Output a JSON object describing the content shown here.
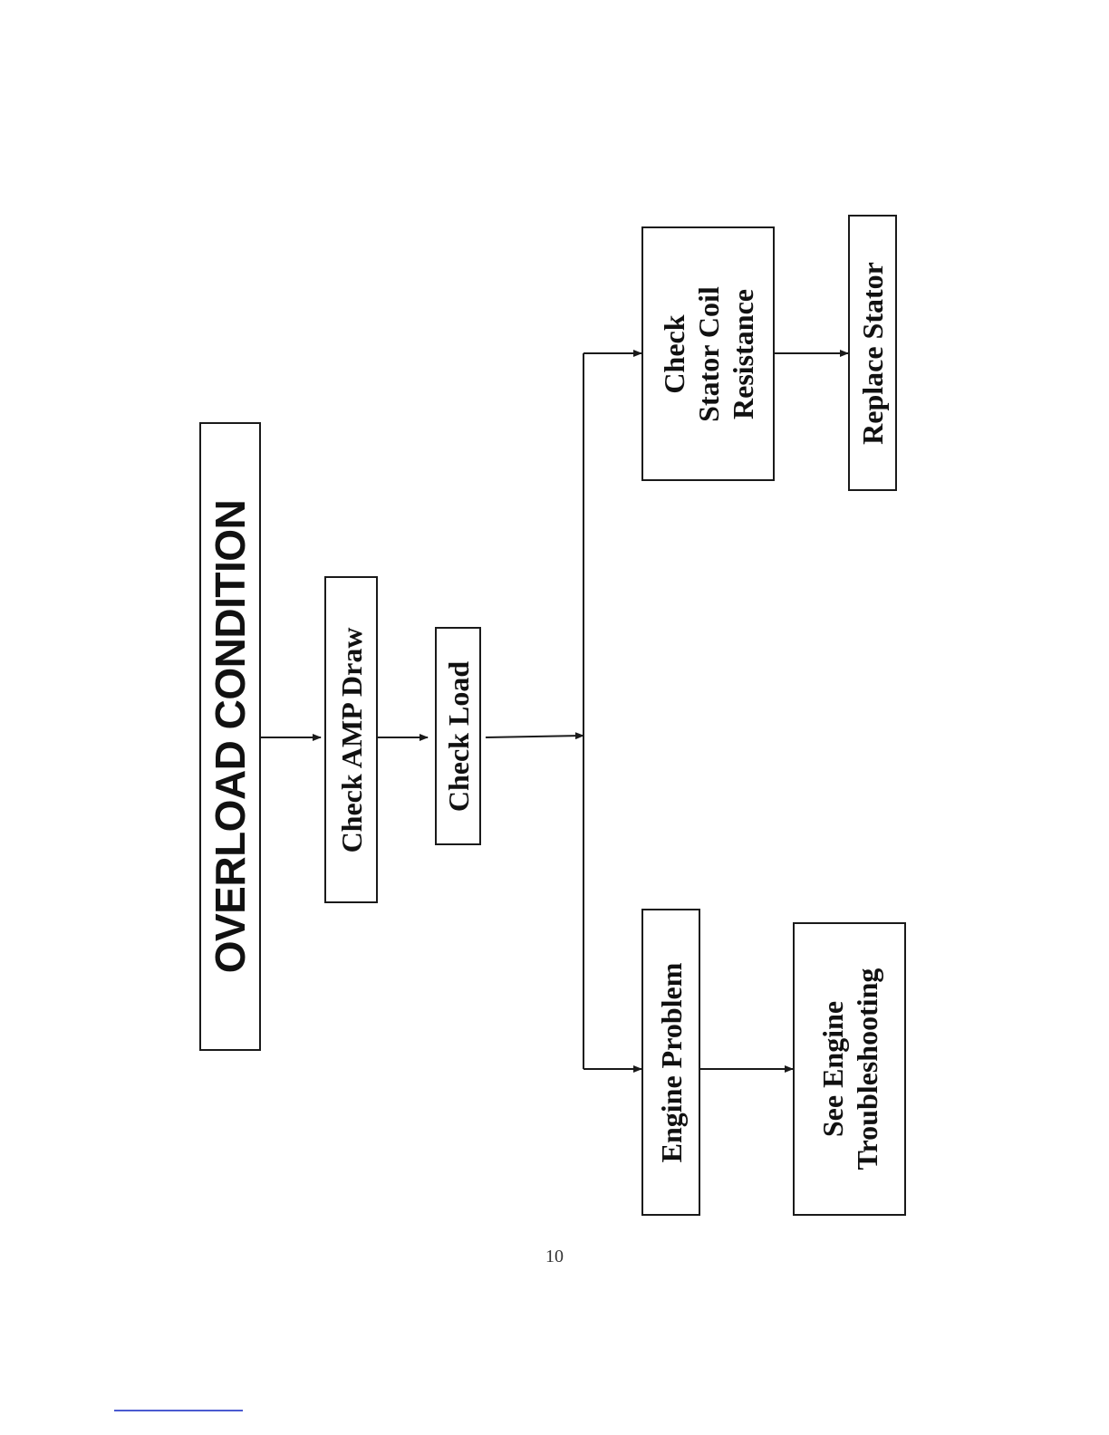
{
  "diagram": {
    "nodes": {
      "overload": {
        "lines": [
          "OVERLOAD CONDITION"
        ]
      },
      "amp": {
        "lines": [
          "Check AMP Draw"
        ]
      },
      "load": {
        "lines": [
          "Check Load"
        ]
      },
      "stator": {
        "lines": [
          "Check",
          "Stator Coil",
          "Resistance"
        ]
      },
      "replace": {
        "lines": [
          "Replace Stator"
        ]
      },
      "engine": {
        "lines": [
          "Engine Problem"
        ]
      },
      "see_engine": {
        "lines": [
          "See Engine",
          "Troubleshooting"
        ]
      }
    },
    "edges": [
      {
        "from": "overload",
        "to": "amp"
      },
      {
        "from": "amp",
        "to": "load"
      },
      {
        "from": "load",
        "to": "stator"
      },
      {
        "from": "load",
        "to": "engine"
      },
      {
        "from": "stator",
        "to": "replace"
      },
      {
        "from": "engine",
        "to": "see_engine"
      }
    ]
  },
  "page": {
    "number": "10"
  },
  "colors": {
    "line": "#1a1a1a",
    "footnote_rule": "#4a5ad0"
  }
}
